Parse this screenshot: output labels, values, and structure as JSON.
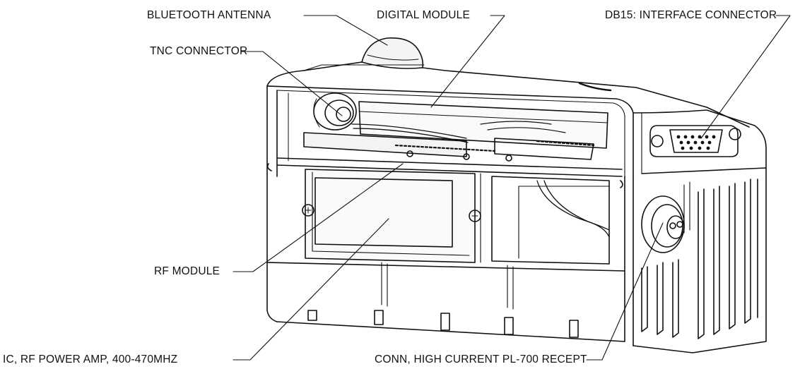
{
  "labels": {
    "bluetooth_antenna": "BLUETOOTH ANTENNA",
    "digital_module": "DIGITAL MODULE",
    "db15_connector": "DB15: INTERFACE CONNECTOR",
    "tnc_connector": "TNC CONNECTOR",
    "rf_module": "RF MODULE",
    "rf_power_amp": "IC, RF POWER AMP, 400-470MHZ",
    "high_current_conn": "CONN, HIGH CURRENT PL-700 RECEPT"
  }
}
